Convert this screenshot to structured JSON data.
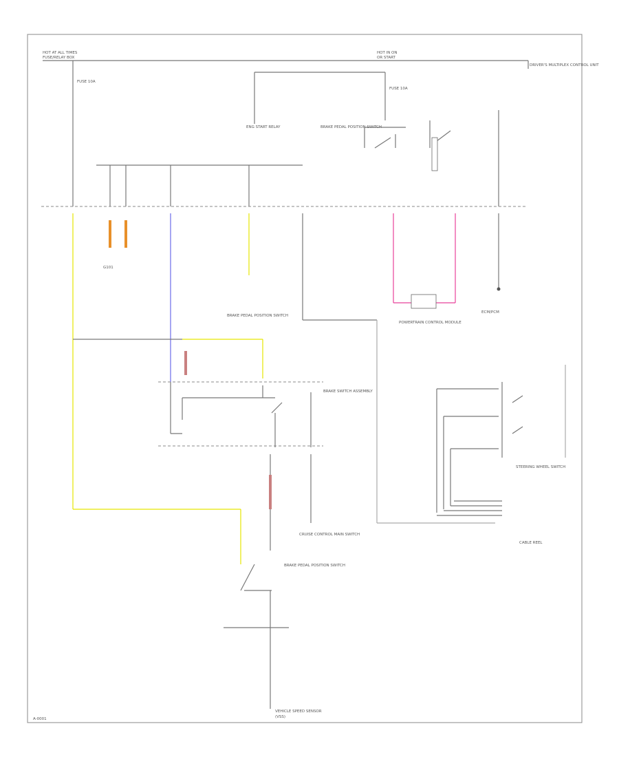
{
  "labels": {
    "top_left": "HOT AT ALL TIMES",
    "top_left_2": "FUSE/RELAY BOX",
    "top_center": "HOT IN ON",
    "top_center_2": "OR START",
    "top_right": "DRIVER'S MULTIPLEX CONTROL UNIT",
    "fuse_left": "FUSE 10A",
    "fuse_center": "FUSE 10A",
    "relay_cut": "ENG START RELAY",
    "gnd_left": "G101",
    "switch_center": "BRAKE PEDAL POSITION SWITCH",
    "assy_right": "BRAKE SWITCH ASSEMBLY",
    "ecm_connector": "POWERTRAIN CONTROL MODULE",
    "ecm_main": "ECM/PCM",
    "cruise_switch": "CRUISE CONTROL MAIN SWITCH",
    "steering_switch": "STEERING WHEEL SWITCH",
    "combination_switch": "CABLE REEL",
    "brake_switch_low": "BRAKE PEDAL POSITION SWITCH",
    "bottom_label": "VEHICLE SPEED SENSOR",
    "bottom_code": "(VSS)",
    "corner_tag": "A-0001"
  }
}
